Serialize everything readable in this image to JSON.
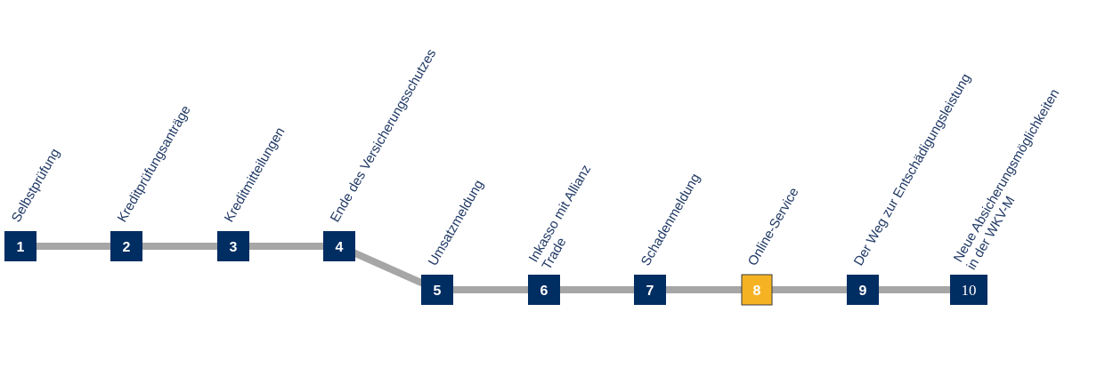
{
  "colors": {
    "box": "#002d62",
    "active_box": "#f5b324",
    "line": "#a6a6a6",
    "label_text": "#1f3864",
    "number_text": "#ffffff"
  },
  "active_step": 8,
  "steps": [
    {
      "number": "1",
      "label_lines": [
        "Selbstprüfung"
      ]
    },
    {
      "number": "2",
      "label_lines": [
        "Kreditprüfungsanträge"
      ]
    },
    {
      "number": "3",
      "label_lines": [
        "Kreditmitteilungen"
      ]
    },
    {
      "number": "4",
      "label_lines": [
        "Ende des Versicherungsschutzes"
      ]
    },
    {
      "number": "5",
      "label_lines": [
        "Umsatzmeldung"
      ]
    },
    {
      "number": "6",
      "label_lines": [
        "Inkasso mit Allianz",
        "Trade"
      ]
    },
    {
      "number": "7",
      "label_lines": [
        "Schadenmeldung"
      ]
    },
    {
      "number": "8",
      "label_lines": [
        "Online-Service"
      ]
    },
    {
      "number": "9",
      "label_lines": [
        "Der Weg zur Entschädigungsleistung"
      ]
    },
    {
      "number": "10",
      "label_lines": [
        "Neue Absicherungsmöglichkeiten",
        "in der WKV-M"
      ]
    }
  ]
}
